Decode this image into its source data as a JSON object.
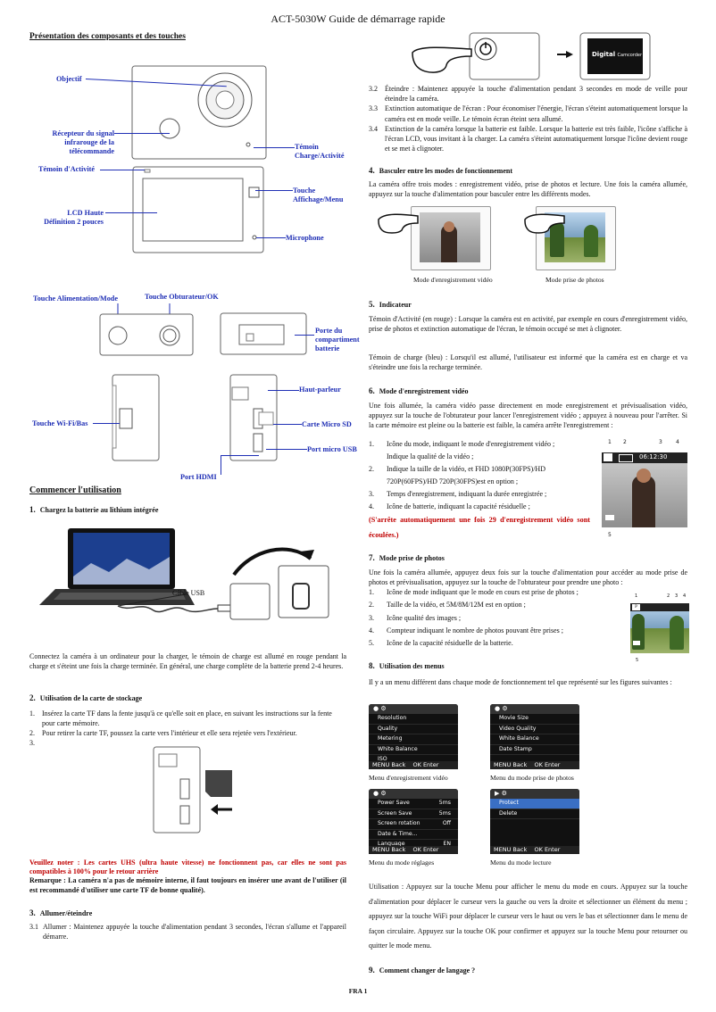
{
  "title": "ACT-5030W Guide de démarrage rapide",
  "left": {
    "heading": "Présentation des composants et des touches",
    "labels": {
      "objectif": "Objectif",
      "recepteur": "Récepteur du signal\ninfrarouge de la\ntélécommande",
      "temoin_charge": "Témoin\nCharge/Activité",
      "temoin_activite": "Témoin d'Activité",
      "touche_affichage": "Touche\nAffichage/Menu",
      "lcd": "LCD Haute\nDéfinition 2 pouces",
      "microphone": "Microphone",
      "alimentation": "Touche Alimentation/Mode",
      "obturateur": "Touche Obturateur/OK",
      "porte": "Porte du\ncompartiment\nbatterie",
      "haut_parleur": "Haut-parleur",
      "wifi": "Touche Wi-Fi/Bas",
      "carte": "Carte Micro SD",
      "usb": "Port micro USB",
      "hdmi": "Port HDMI"
    },
    "commencer": "Commencer l'utilisation",
    "s1_num": "1.",
    "s1": "Chargez la batterie au lithium intégrée",
    "cable": "Câble USB",
    "s1_text": "Connectez la caméra à un ordinateur pour la charger, le témoin de charge est allumé en rouge pendant la charge et s'éteint une fois la charge terminée. En général, une charge complète de la batterie prend 2-4 heures.",
    "s2_num": "2.",
    "s2": "Utilisation de la carte de stockage",
    "s2_items": [
      {
        "n": "1.",
        "t": "Insérez la carte TF dans la fente jusqu'à ce qu'elle soit en place, en suivant les instructions sur la fente pour carte mémoire."
      },
      {
        "n": "2.",
        "t": "Pour retirer la carte TF, poussez la carte vers l'intérieur et elle sera rejetée vers l'extérieur."
      },
      {
        "n": "3.",
        "t": ""
      }
    ],
    "note_red": "Veuillez noter : Les cartes UHS (ultra haute vitesse) ne fonctionnent pas, car elles ne sont pas compatibles à 100% pour le retour arrière",
    "note_black": "Remarque : La caméra n'a pas de mémoire interne, il faut toujours en insérer une avant de l'utiliser (il est recommandé d'utiliser une carte TF de bonne qualité).",
    "s3_num": "3.",
    "s3": "Allumer/éteindre",
    "s31_n": "3.1",
    "s31": "Allumer : Maintenez appuyée la touche d'alimentation pendant 3 secondes, l'écran s'allume et l'appareil démarre."
  },
  "right": {
    "digital": "Digital",
    "camcorder": "Camcorder",
    "items": [
      {
        "n": "3.2",
        "t": "Éteindre : Maintenez appuyée la touche d'alimentation pendant 3 secondes en mode de veille pour éteindre la caméra."
      },
      {
        "n": "3.3",
        "t": "Extinction automatique de l'écran :    Pour économiser l'énergie, l'écran s'éteint automatiquement lorsque la caméra est en mode veille. Le témoin écran éteint sera allumé."
      },
      {
        "n": "3.4",
        "t": "Extinction de la caméra lorsque la batterie est faible. Lorsque la batterie est très faible, l'icône      s'affiche à l'écran LCD, vous invitant à la charger. La caméra s'éteint automatiquement lorsque l'icône devient rouge et se met à clignoter."
      }
    ],
    "s4_num": "4.",
    "s4": "Basculer entre les modes de fonctionnement",
    "s4_text": "La caméra offre trois modes : enregistrement vidéo, prise de photos et lecture. Une fois la caméra allumée, appuyez sur la touche d'alimentation pour basculer entre les différents modes.",
    "cap_video": "Mode d'enregistrement vidéo",
    "cap_photo": "Mode prise de photos",
    "s5_num": "5.",
    "s5": "Indicateur",
    "s5_p1": "Témoin d'Activité (en rouge) : Lorsque la caméra est en activité, par exemple en cours d'enregistrement vidéo, prise de photos et extinction automatique de l'écran, le témoin occupé se met à clignoter.",
    "s5_p2": "Témoin de charge (bleu) : Lorsqu'il est allumé, l'utilisateur est informé que la caméra est en charge et va s'éteindre une fois la recharge terminée.",
    "s6_num": "6.",
    "s6": "Mode d'enregistrement vidéo",
    "s6_text": "Une fois allumée, la caméra vidéo passe directement en mode enregistrement et prévisualisation vidéo, appuyez sur la touche de l'obturateur pour lancer l'enregistrement vidéo ; appuyez à nouveau pour l'arrêter. Si la carte mémoire est pleine ou la batterie est faible, la caméra arrête l'enregistrement :",
    "s6_items": [
      {
        "n": "1.",
        "t": "Icône du mode, indiquant le mode d'enregistrement vidéo ;"
      },
      {
        "n": "",
        "t": "Indique la qualité de la vidéo ;"
      },
      {
        "n": "2.",
        "t": "Indique la taille de la vidéo, et FHD 1080P(30FPS)/HD"
      },
      {
        "n": "",
        "t": "720P(60FPS)/HD 720P(30FPS)est en option ;"
      },
      {
        "n": "3.",
        "t": "Temps d'enregistrement, indiquant la durée enregistrée ;"
      },
      {
        "n": "4.",
        "t": "Icône de batterie, indiquant la capacité résiduelle ;"
      }
    ],
    "s6_red": "(S'arrête automatiquement une fois 29 d'enregistrement vidéo sont écoulées.)",
    "time": "06:12:30",
    "nums_video": [
      "1",
      "2",
      "3",
      "4",
      "5"
    ],
    "nums_photo": [
      "1",
      "2",
      "3",
      "4",
      "5"
    ],
    "s7_num": "7.",
    "s7": "Mode prise de photos",
    "s7_text": "Une fois la caméra allumée, appuyez deux fois sur la touche d'alimentation pour accéder au mode prise de photos et prévisualisation, appuyez sur la touche de l'obturateur pour prendre une photo :",
    "s7_items": [
      {
        "n": "1.",
        "t": "Icône de mode indiquant que le mode en cours est prise de photos ;"
      },
      {
        "n": "2.",
        "t": "Taille de la vidéo, et 5M/8M/12M est en option ;"
      },
      {
        "n": "3.",
        "t": "Icône qualité des images ;"
      },
      {
        "n": "4.",
        "t": "Compteur indiquant le nombre de photos pouvant être prises ;"
      },
      {
        "n": "5.",
        "t": "Icône de la capacité résiduelle de la batterie."
      }
    ],
    "s8_num": "8.",
    "s8": "Utilisation des menus",
    "s8_text": "Il y a un menu différent dans chaque mode de fonctionnement tel que représenté sur les figures suivantes :",
    "menus": {
      "video": [
        "Resolution",
        "Quality",
        "Metering",
        "White Balance",
        "ISO"
      ],
      "photo": [
        "Movie Size",
        "Video Quality",
        "White Balance",
        "Date Stamp"
      ],
      "setup": [
        "Power Save",
        "Screen Save",
        "Screen rotation",
        "Date & Time...",
        "Language"
      ],
      "play": [
        "Protect",
        "Delete"
      ],
      "setup_vals": [
        "5ms",
        "5ms",
        "Off",
        "",
        "EN"
      ],
      "back": "Back",
      "enter": "Enter",
      "menu": "MENU",
      "ok": "OK"
    },
    "cap_menu_video": "Menu d'enregistrement vidéo",
    "cap_menu_photo": "Menu du mode prise de photos",
    "cap_menu_setup": "Menu du mode réglages",
    "cap_menu_play": "Menu du mode lecture",
    "s8_usage": "Utilisation : Appuyez sur la touche Menu pour afficher le menu du mode en cours. Appuyez sur la touche d'alimentation pour déplacer le curseur vers la gauche ou vers la droite et sélectionner un élément du menu ; appuyez sur la touche WiFi pour déplacer le curseur vers le haut ou vers le bas et sélectionner dans le menu de façon circulaire. Appuyez sur la touche OK pour confirmer et appuyez sur la touche Menu pour retourner ou quitter le mode menu.",
    "s9_num": "9.",
    "s9": "Comment changer de langage ?"
  },
  "footer": "FRA 1"
}
